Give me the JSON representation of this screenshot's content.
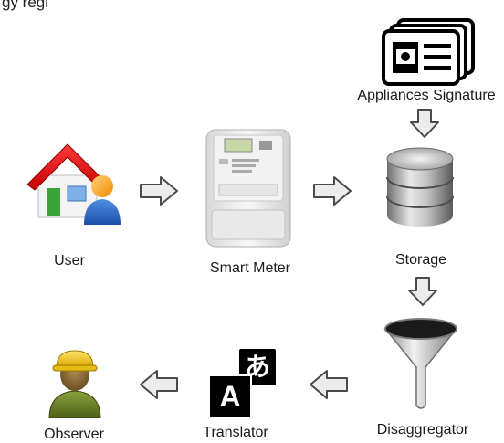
{
  "header_fragment": "gy regi",
  "nodes": {
    "user": {
      "label": "User",
      "icon": "house-user-icon"
    },
    "smart_meter": {
      "label": "Smart Meter",
      "icon": "smart-meter-icon"
    },
    "storage": {
      "label": "Storage",
      "icon": "database-icon"
    },
    "appliances_signature": {
      "label": "Appliances Signature",
      "icon": "id-cards-icon"
    },
    "disaggregator": {
      "label": "Disaggregator",
      "icon": "funnel-icon"
    },
    "translator": {
      "label": "Translator",
      "icon": "translate-icon"
    },
    "observer": {
      "label": "Observer",
      "icon": "worker-icon"
    }
  },
  "translator_glyphs": {
    "latin": "A",
    "cjk": "あ"
  },
  "edges": [
    {
      "from": "user",
      "to": "smart_meter"
    },
    {
      "from": "smart_meter",
      "to": "storage"
    },
    {
      "from": "appliances_signature",
      "to": "storage"
    },
    {
      "from": "storage",
      "to": "disaggregator"
    },
    {
      "from": "disaggregator",
      "to": "translator"
    },
    {
      "from": "translator",
      "to": "observer"
    }
  ]
}
